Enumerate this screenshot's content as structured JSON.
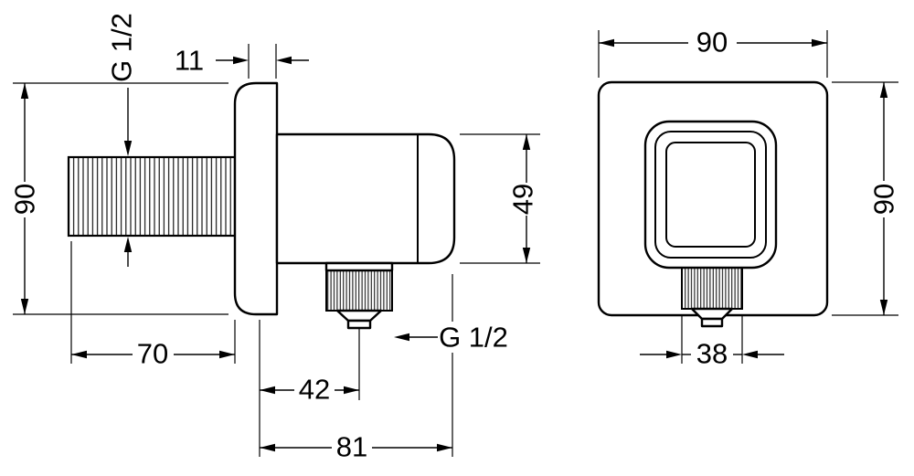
{
  "meta": {
    "background_color": "#ffffff",
    "line_color": "#000000",
    "drawing_type": "technical dimension drawing, wall outlet with shower holder, side and front views"
  },
  "side_view": {
    "thread_top_label": "G 1/2",
    "plate_depth": "11",
    "overall_height": "90",
    "body_height": "49",
    "pipe_length": "70",
    "outlet_offset": "42",
    "thread_bottom_label": "G 1/2",
    "overall_depth": "81"
  },
  "front_view": {
    "overall_width": "90",
    "overall_height": "90",
    "outlet_width": "38"
  }
}
